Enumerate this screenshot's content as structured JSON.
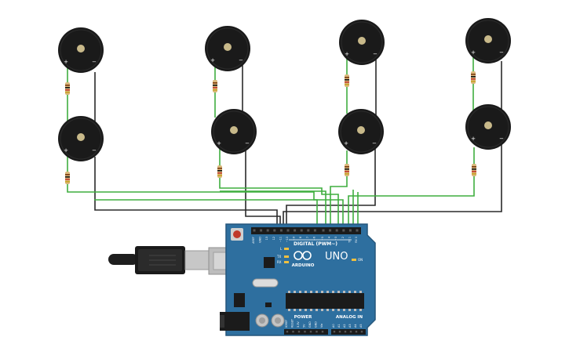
{
  "arduino": {
    "brand": "UNO",
    "logo_text": "ARDUINO",
    "digital_label": "DIGITAL (PWM~)",
    "power_label": "POWER",
    "analog_label": "ANALOG IN",
    "on_label": "ON",
    "led_l": "L",
    "led_tx": "TX",
    "led_rx": "RX",
    "digital_pins": [
      "AREF",
      "GND",
      "13",
      "12",
      "~11",
      "~10",
      "~9",
      "8",
      "7",
      "~6",
      "~5",
      "4",
      "~3",
      "2",
      "TX 1",
      "RX 0"
    ],
    "power_pins": [
      "IOREF",
      "RESET",
      "3.3V",
      "5V",
      "GND",
      "GND",
      "Vin"
    ],
    "analog_pins": [
      "A0",
      "A1",
      "A2",
      "A3",
      "A4",
      "A5"
    ]
  },
  "buzzer": {
    "plus": "+",
    "minus": "−"
  },
  "colors": {
    "board": "#2e6f9f",
    "board_edge": "#25577c",
    "buzzer": "#1a1a1a",
    "buzzer_dot": "#c8b98a",
    "wire_signal": "#3fae3f",
    "wire_ground": "#2a2a2a",
    "resistor": "#d9b77a"
  }
}
